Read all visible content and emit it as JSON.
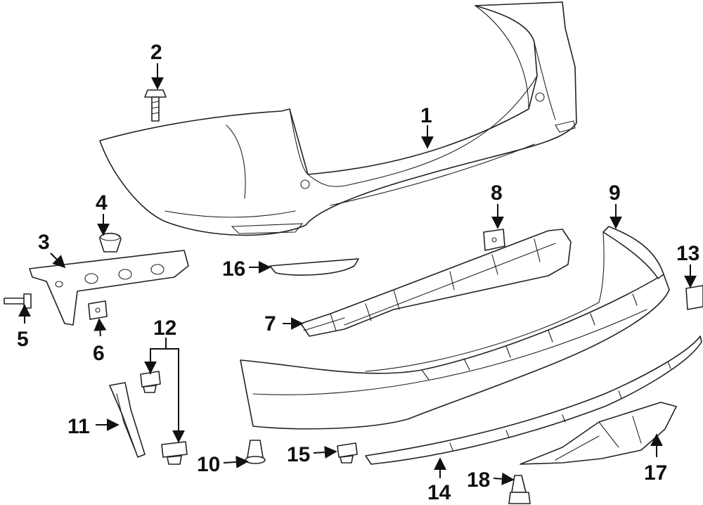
{
  "diagram": {
    "callouts": [
      {
        "id": "part-1",
        "number": "1"
      },
      {
        "id": "part-2",
        "number": "2"
      },
      {
        "id": "part-3",
        "number": "3"
      },
      {
        "id": "part-4",
        "number": "4"
      },
      {
        "id": "part-5",
        "number": "5"
      },
      {
        "id": "part-6",
        "number": "6"
      },
      {
        "id": "part-7",
        "number": "7"
      },
      {
        "id": "part-8",
        "number": "8"
      },
      {
        "id": "part-9",
        "number": "9"
      },
      {
        "id": "part-10",
        "number": "10"
      },
      {
        "id": "part-11",
        "number": "11"
      },
      {
        "id": "part-12",
        "number": "12"
      },
      {
        "id": "part-13",
        "number": "13"
      },
      {
        "id": "part-14",
        "number": "14"
      },
      {
        "id": "part-15",
        "number": "15"
      },
      {
        "id": "part-16",
        "number": "16"
      },
      {
        "id": "part-17",
        "number": "17"
      },
      {
        "id": "part-18",
        "number": "18"
      }
    ]
  },
  "colors": {
    "line": "#222222",
    "background": "#ffffff"
  }
}
